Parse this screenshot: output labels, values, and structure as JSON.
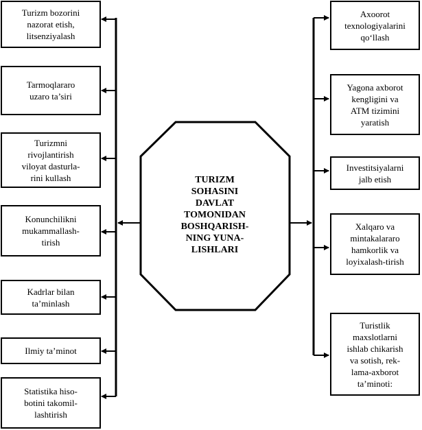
{
  "center": {
    "text": "TURIZM\nSOHASINI\nDAVLAT\nTOMONIDAN\nBOSHQARISH-\nNING YUNA-\nLISHLARI"
  },
  "left_items": [
    {
      "text": "Turizm bozorini\nnazorat etish,\nlitsenziyalash"
    },
    {
      "text": "Tarmoqlararo\nuzaro ta’siri"
    },
    {
      "text": "Turizmni\nrivojlantirish\nviloyat dasturla-\nrini kullash"
    },
    {
      "text": "Konunchilikni\nmukammallash-\ntirish"
    },
    {
      "text": "Kadrlar bilan\nta’minlash"
    },
    {
      "text": "Ilmiy ta’minot"
    },
    {
      "text": "Statistika hiso-\nbotini takomil-\nlashtirish"
    }
  ],
  "right_items": [
    {
      "text": "Axoorot\ntexnologiyalarini\nqo‘llash"
    },
    {
      "text": "Yagona axborot\nkengligini va\nATM tizimini\nyaratish"
    },
    {
      "text": "Investitsiyalarni\njalb etish"
    },
    {
      "text": "Xalqaro va\nmintakalararo\nhamkorlik va\nloyixalash-tirish"
    },
    {
      "text": "Turistlik\nmaxslotlarni\nishlab chikarish\nva sotish, rek-\nlama-axborot\nta’minoti:"
    }
  ]
}
